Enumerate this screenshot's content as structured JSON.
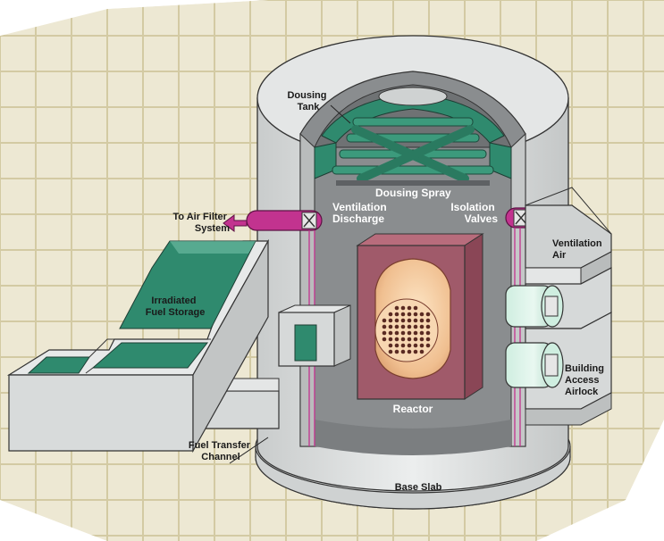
{
  "labels": {
    "dousing_tank": [
      "Dousing",
      "Tank"
    ],
    "dousing_spray": "Dousing Spray",
    "ventilation_discharge": [
      "Ventilation",
      "Discharge"
    ],
    "isolation_valves": [
      "Isolation",
      "Valves"
    ],
    "to_air_filter": [
      "To Air Filter",
      "System"
    ],
    "ventilation_air": [
      "Ventilation",
      "Air"
    ],
    "irradiated_fuel_storage": [
      "Irradiated",
      "Fuel Storage"
    ],
    "reactor": "Reactor",
    "building_access_airlock": [
      "Building",
      "Access",
      "Airlock"
    ],
    "fuel_transfer_channel": [
      "Fuel Transfer",
      "Channel"
    ],
    "base_slab": "Base Slab"
  },
  "colors": {
    "concrete_light": "#e4e6e6",
    "concrete_mid": "#cfd2d2",
    "concrete_dark": "#a9adad",
    "interior": "#86898b",
    "water": "#2f8a6e",
    "water_light": "#7fc9b2",
    "reactor_vault": "#a05a6a",
    "reactor_core": "#f2c7a0",
    "pipe_magenta": "#c2338f",
    "airlock_green": "#cfeee0",
    "background_tile": "#ebe6cf",
    "background_tile_line": "#d8d0ad"
  }
}
